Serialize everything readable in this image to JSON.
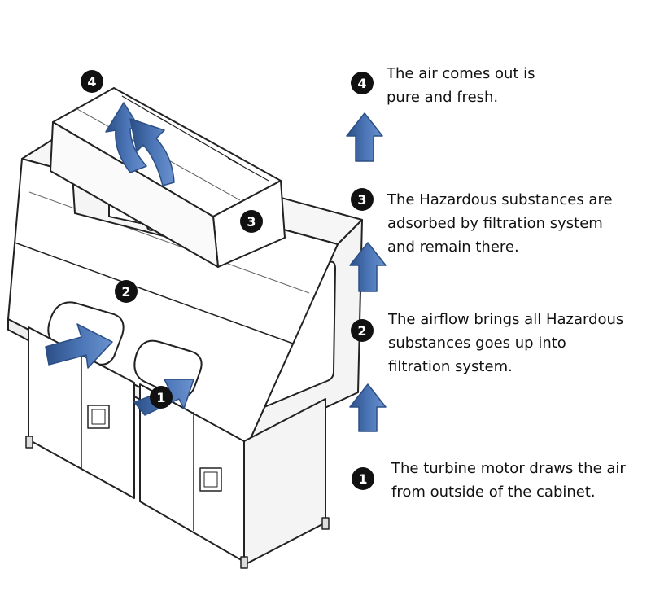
{
  "steps": [
    {
      "number": "1",
      "text": "The turbine motor draws the air\nfrom outside of the cabinet."
    },
    {
      "number": "2",
      "text": "The airflow brings all Hazardous\nsubstances goes up into\nfiltration system."
    },
    {
      "number": "3",
      "text": "The Hazardous substances are\nadsorbed by filtration system\nand remain there."
    },
    {
      "number": "4",
      "text": "The air comes out is\npure and fresh."
    }
  ],
  "colors": {
    "arrow_fill": "#4a74b5",
    "arrow_shade": "#2c4f86",
    "badge": "#111111",
    "badge_text": "#ffffff",
    "line": "#222222",
    "panel_fill": "#ffffff",
    "panel_shade": "#f1f1f1"
  }
}
